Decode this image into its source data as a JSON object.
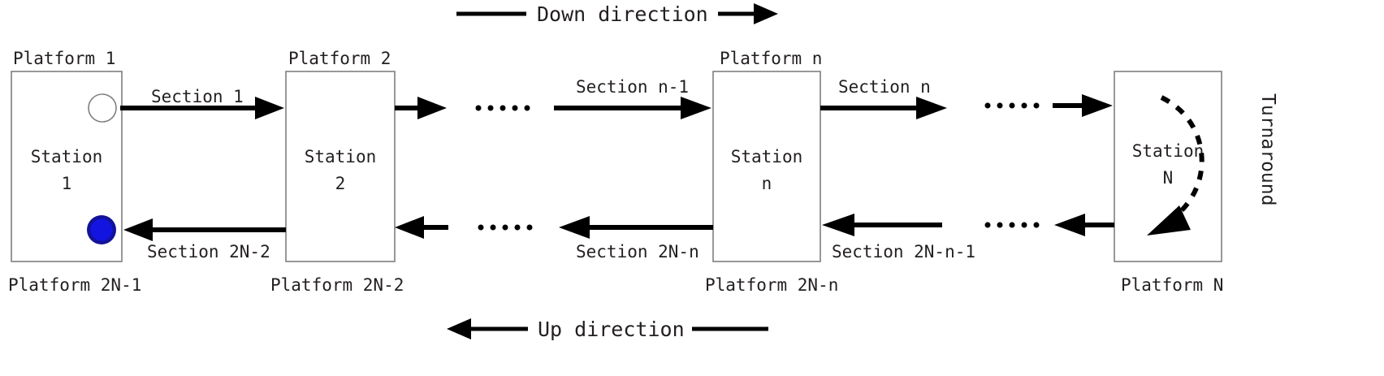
{
  "diagram": {
    "title": "Metro line station and section topology",
    "colors": {
      "box_stroke": "#7f7f7f",
      "line": "#000000",
      "text": "#231f20",
      "train_filled_outer": "#12129a",
      "train_filled_inner": "#1414e0",
      "train_empty_fill": "#ffffff",
      "background": "#ffffff"
    },
    "direction_labels": {
      "down": "Down direction",
      "up": "Up direction"
    },
    "turnaround_label": "Turnaround",
    "stations": [
      {
        "id": "station-1",
        "name_line1": "Station",
        "name_line2": "1",
        "platform_top": "Platform 1",
        "platform_bottom": "Platform 2N-1"
      },
      {
        "id": "station-2",
        "name_line1": "Station",
        "name_line2": "2",
        "platform_top": "Platform 2",
        "platform_bottom": "Platform 2N-2"
      },
      {
        "id": "station-n",
        "name_line1": "Station",
        "name_line2": "n",
        "platform_top": "Platform n",
        "platform_bottom": "Platform 2N-n"
      },
      {
        "id": "station-N",
        "name_line1": "Station",
        "name_line2": "N",
        "platform_top": "",
        "platform_bottom": "Platform N"
      }
    ],
    "sections_down": [
      {
        "id": "section-1",
        "label": "Section 1"
      },
      {
        "id": "section-n-minus-1",
        "label": "Section n-1"
      },
      {
        "id": "section-n",
        "label": "Section n"
      }
    ],
    "sections_up": [
      {
        "id": "section-2N-2",
        "label": "Section 2N-2"
      },
      {
        "id": "section-2N-n",
        "label": "Section 2N-n"
      },
      {
        "id": "section-2N-n-1",
        "label": "Section 2N-n-1"
      }
    ],
    "trains": [
      {
        "id": "train-empty",
        "state": "empty",
        "at": "Platform 1"
      },
      {
        "id": "train-filled",
        "state": "filled",
        "at": "Platform 2N-1"
      }
    ],
    "ellipsis_glyph": "······"
  }
}
